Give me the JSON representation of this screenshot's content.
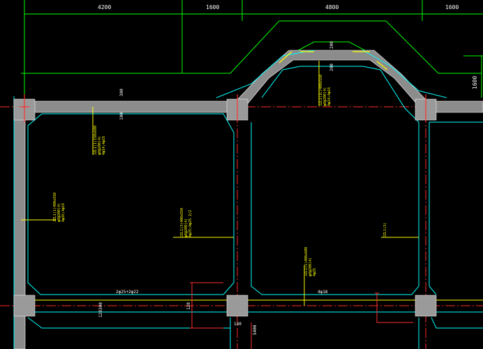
{
  "colors": {
    "background": "#000000",
    "beam_fill": "#8c8c8c",
    "column_fill": "#9a9a9a",
    "axis_line": "#ff2a2a",
    "slab_edge": "#00ffff",
    "dimension_line": "#00ff00",
    "annotation": "#ffff00",
    "marker_red": "#ff3030",
    "text": "#ffffff"
  },
  "dimensions": {
    "top": [
      "4200",
      "1600",
      "4800",
      "1600"
    ],
    "right": "1600"
  },
  "small_dims": {
    "beam_width_top": "300",
    "beam_offset_top": "100",
    "arch_top_a": "200",
    "arch_top_b": "200",
    "bottom_left_v": "300",
    "bottom_left_h": "120",
    "bottom_mid_a": "120",
    "bottom_mid_b": "140",
    "bottom_mid_c": "5400"
  },
  "annotations": {
    "beam_kl1": {
      "line1": "JZL1(1)150x600",
      "line2": "φ8@200(4)",
      "line3": "4φ14;4φ16"
    },
    "beam_arch": {
      "line1": "JZL1(1C)400x550",
      "line2": "φ8@200(4)",
      "line3": "4φ14;4φ16"
    },
    "beam_left_vertical": {
      "line1": "JZL1(1)400x550",
      "line2": "φ8@200(4)",
      "line3": "4φ16;4φ16"
    },
    "beam_center_vertical": {
      "line1": "JZL1(3)400x550",
      "line2": "φ8@200(4)",
      "line3": "4φ25;4φ25 2/2"
    },
    "beam_right_vertical": {
      "line1": "JZL1(3)"
    },
    "beam_bottom_mid": {
      "line1": "JZL1(1)400x600",
      "line2": "φ8@200(4)",
      "line3": "4φ25"
    },
    "bottom_beam_rebar": "2φ25+2φ22",
    "bottom_beam_right_rebar": "4φ18"
  }
}
